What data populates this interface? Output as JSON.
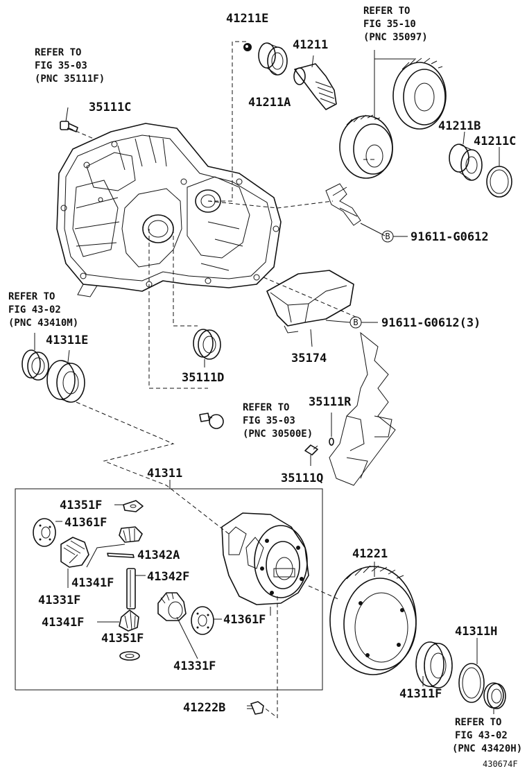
{
  "labels": {
    "p41211E": "41211E",
    "p41211": "41211",
    "p41211A": "41211A",
    "p35111C": "35111C",
    "p41211B": "41211B",
    "p41211C": "41211C",
    "b1": "91611-G0612",
    "b2": "91611-G0612(3)",
    "p35174": "35174",
    "p41311E": "41311E",
    "p35111D": "35111D",
    "p35111R": "35111R",
    "p35111Q": "35111Q",
    "p41311": "41311",
    "p41351F_a": "41351F",
    "p41361F_a": "41361F",
    "p41342A": "41342A",
    "p41341F_a": "41341F",
    "p41342F": "41342F",
    "p41331F_a": "41331F",
    "p41341F_b": "41341F",
    "p41351F_b": "41351F",
    "p41361F_b": "41361F",
    "p41331F_b": "41331F",
    "p41221": "41221",
    "p41311H": "41311H",
    "p41311F": "41311F",
    "p41222B": "41222B",
    "figure_id": "430674F"
  },
  "bolt_marker": "B",
  "refs": {
    "r1": [
      "REFER TO",
      "FIG 35-03",
      "(PNC 35111F)"
    ],
    "r2": [
      "REFER TO",
      "FIG 35-10",
      "(PNC 35097)"
    ],
    "r3": [
      "REFER TO",
      "FIG 43-02",
      "(PNC 43410M)"
    ],
    "r4": [
      "REFER TO",
      "FIG 35-03",
      "(PNC 30500E)"
    ],
    "r5": [
      "REFER TO",
      "FIG 43-02",
      "(PNC 43420H)"
    ]
  }
}
